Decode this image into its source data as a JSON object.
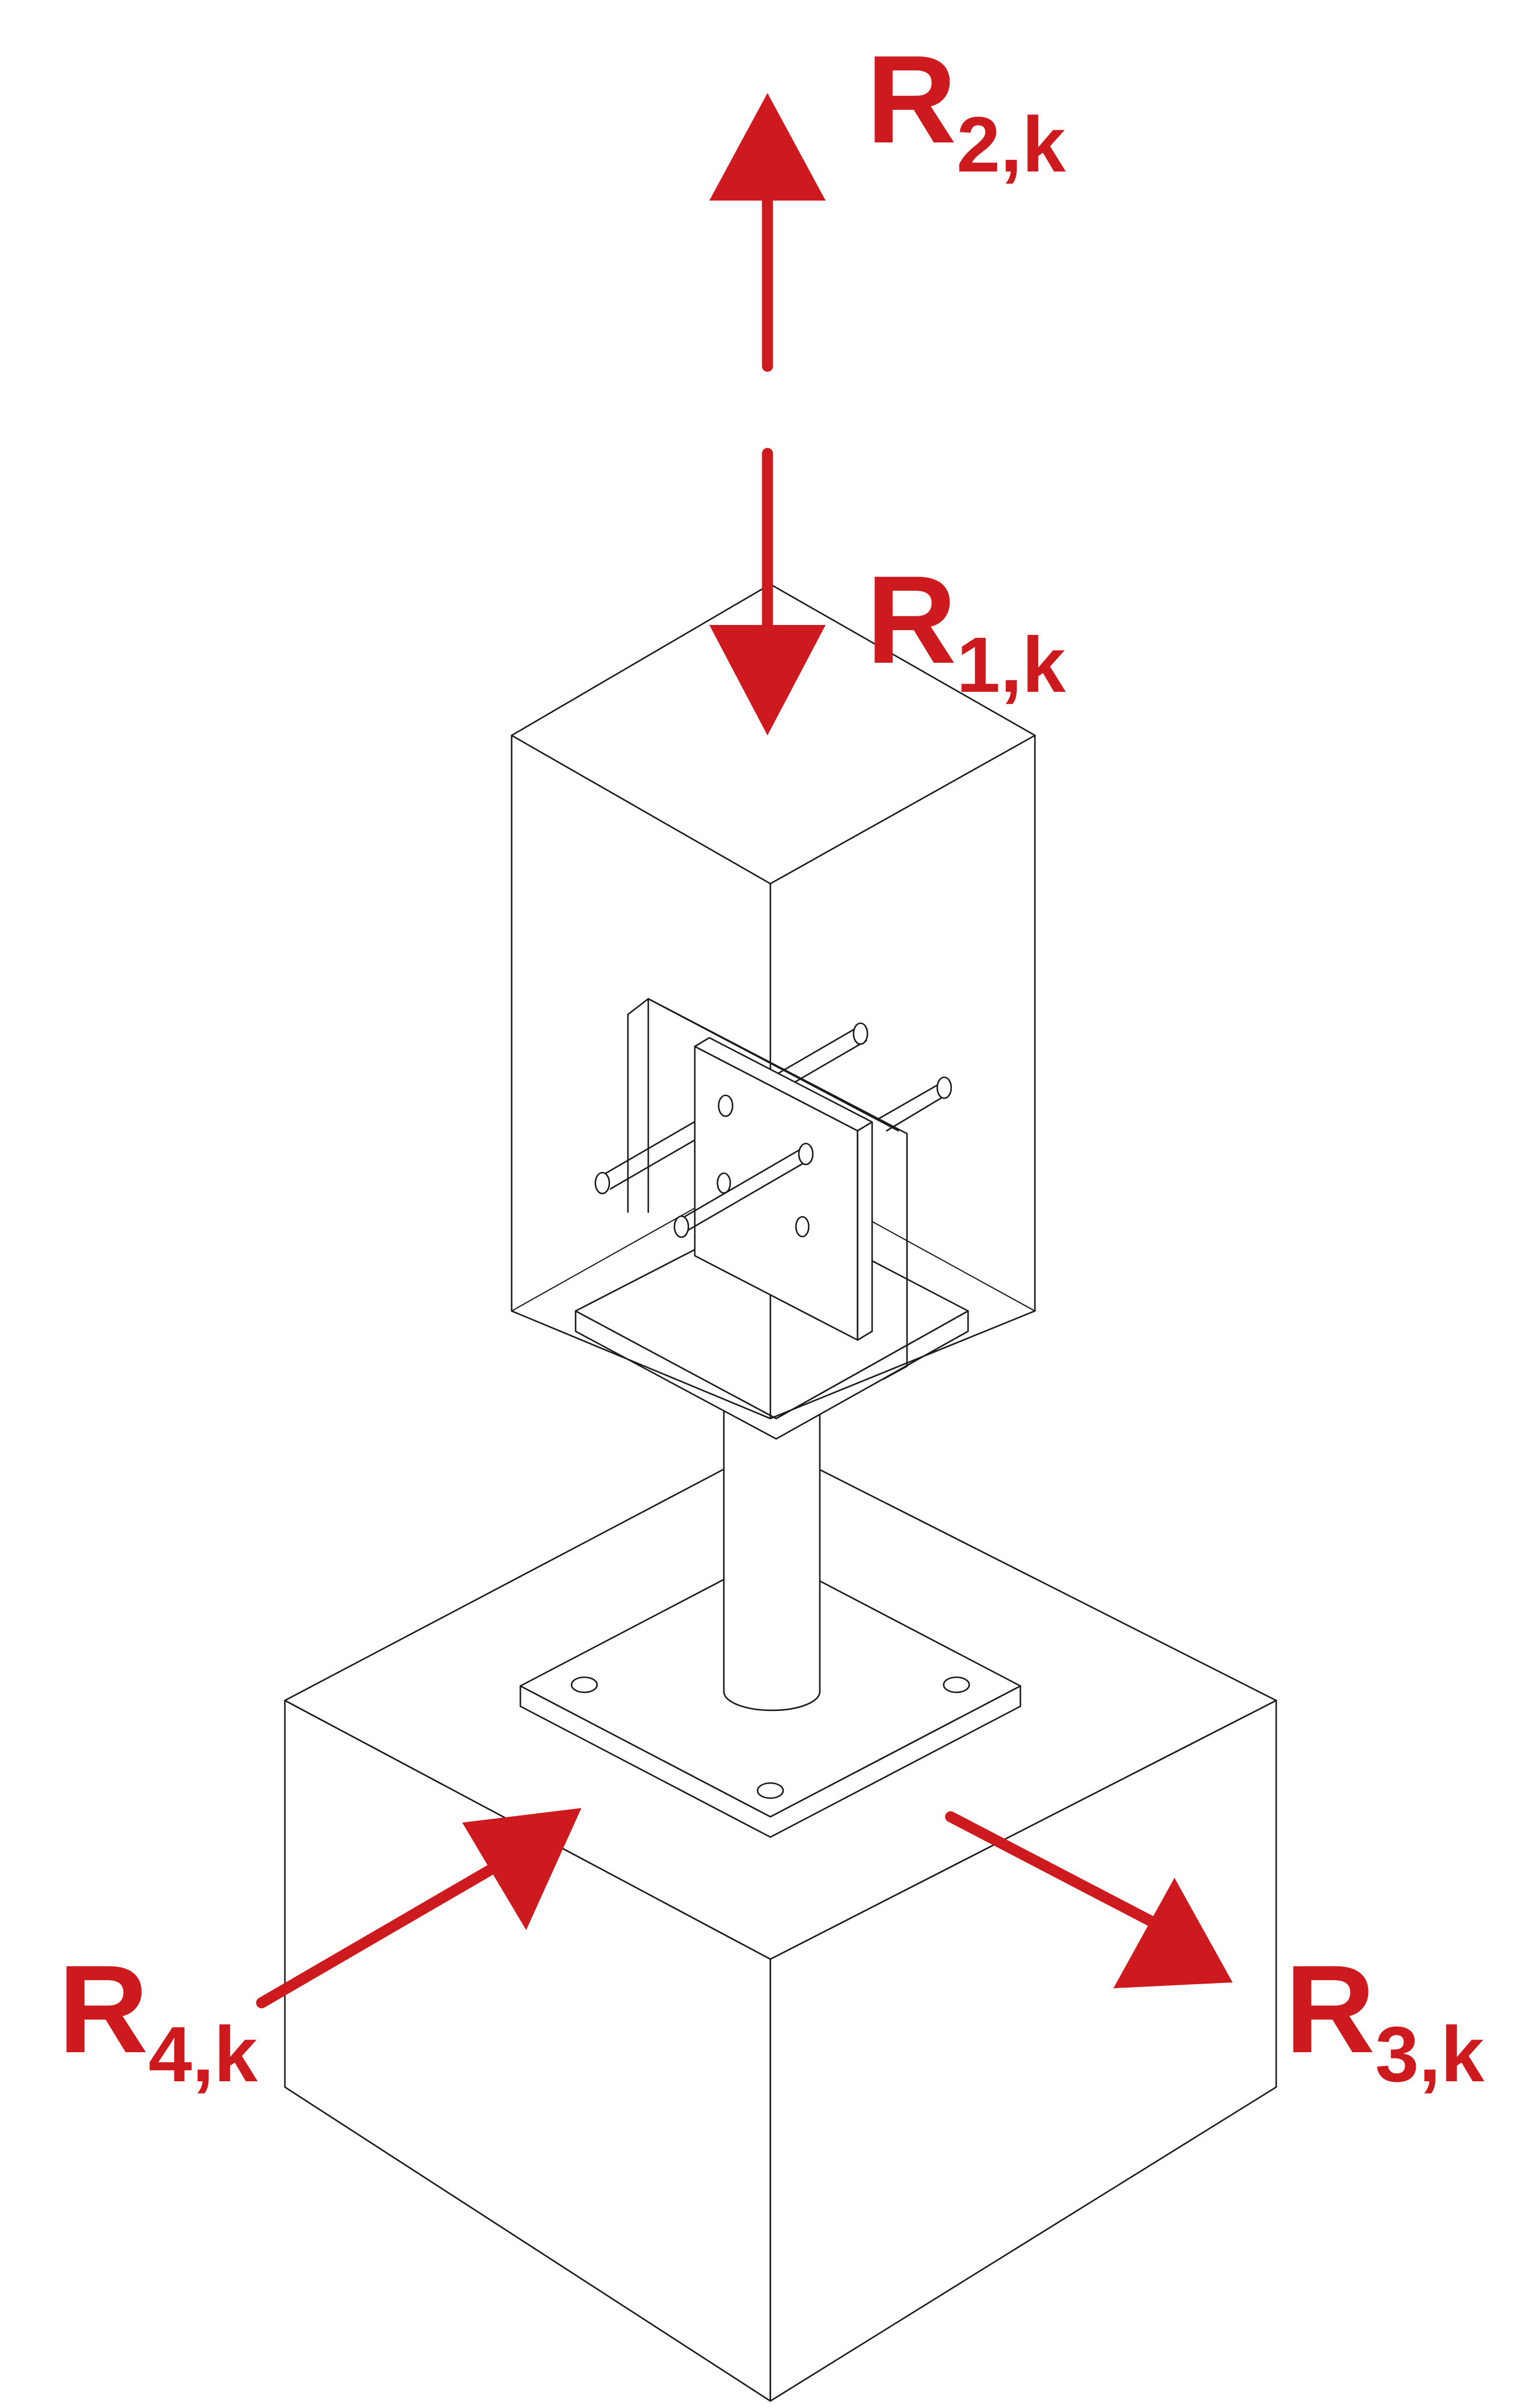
{
  "diagram": {
    "accent_color": "#cc1a1f",
    "line_color": "#1a1a1a",
    "forces": {
      "r1": {
        "symbol": "R",
        "subscript": "1,k",
        "direction": "down"
      },
      "r2": {
        "symbol": "R",
        "subscript": "2,k",
        "direction": "up"
      },
      "r3": {
        "symbol": "R",
        "subscript": "3,k",
        "direction": "outward-right"
      },
      "r4": {
        "symbol": "R",
        "subscript": "4,k",
        "direction": "inward-left"
      }
    }
  }
}
